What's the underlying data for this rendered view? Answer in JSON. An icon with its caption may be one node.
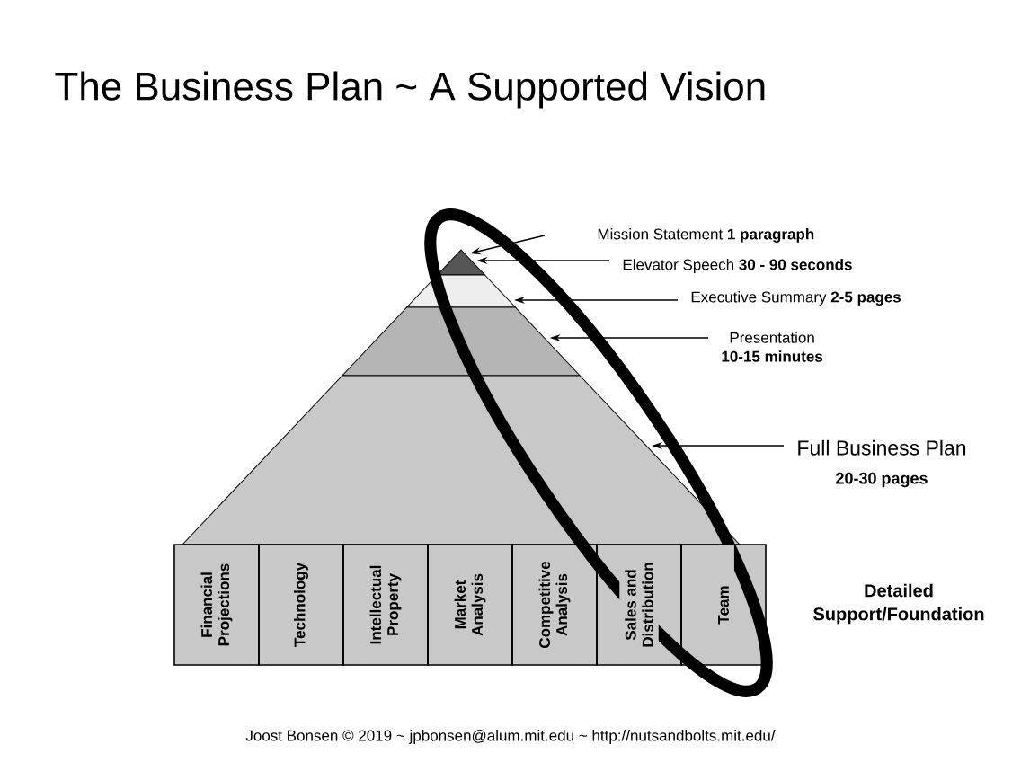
{
  "diagram": {
    "title": "The Business Plan ~ A Supported Vision",
    "caption": "Joost Bonsen © 2019 ~ jpbonsen@alum.mit.edu ~ http://nutsandbolts.mit.edu/",
    "nodes": [
      {
        "text": [
          "Mission Statement **1 paragraph**"
        ]
      },
      {
        "text": [
          "Elevator Speech **30 - 90 seconds**"
        ]
      },
      {
        "text": [
          "Executive Summary **2-5 pages**"
        ]
      },
      {
        "text": [
          "Presentation",
          "10-15 minutes"
        ]
      },
      {
        "text": [
          "Full Business Plan",
          "20-30 pages"
        ]
      },
      {
        "text": [],
        "shape": "triangle"
      },
      {
        "text": [],
        "shape": "band"
      },
      {
        "text": [],
        "shape": "band"
      },
      {
        "text": [],
        "shape": "band"
      },
      {
        "text": [
          "Financial Projections"
        ]
      },
      {
        "text": [
          "Technology"
        ]
      },
      {
        "text": [
          "Intellectual Property"
        ]
      },
      {
        "text": [
          "Market Analysis"
        ]
      },
      {
        "text": [
          "Competitive Analysis"
        ]
      },
      {
        "text": [
          "Sales and Distribution"
        ]
      },
      {
        "text": [
          "Team"
        ]
      }
    ],
    "edges": [
      {
        "from": 0,
        "to": 5,
        "arrow": "to"
      },
      {
        "from": 1,
        "to": 5,
        "arrow": "to"
      },
      {
        "from": 2,
        "to": 6,
        "arrow": "to"
      },
      {
        "from": 3,
        "to": 7,
        "arrow": "to"
      },
      {
        "from": 4,
        "to": 8,
        "arrow": "to"
      }
    ],
    "labels": [
      "Detailed Support/Foundation"
    ]
  }
}
